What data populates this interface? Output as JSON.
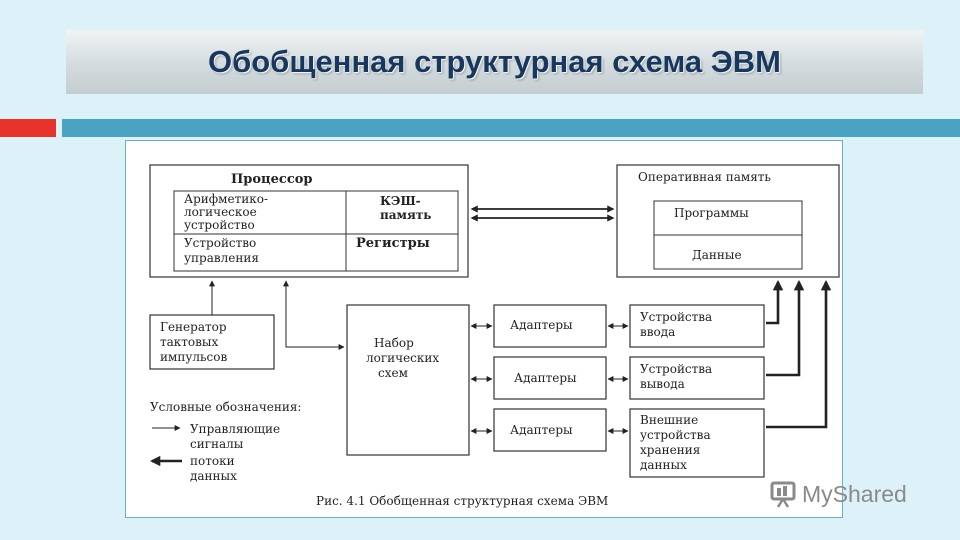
{
  "slide": {
    "title": "Обобщенная структурная схема ЭВМ"
  },
  "diagram": {
    "processor": {
      "title": "Процессор",
      "alu": [
        "Арифметико-",
        "логическое",
        "устройство"
      ],
      "cache": [
        "КЭШ-",
        "память"
      ],
      "control": [
        "Устройство",
        "управления"
      ],
      "registers": "Регистры"
    },
    "memory": {
      "title": "Оперативная память",
      "programs": "Программы",
      "data": "Данные"
    },
    "clock": [
      "Генератор",
      "тактовых",
      "импульсов"
    ],
    "logic": [
      "Набор",
      "логических",
      "схем"
    ],
    "adapters": [
      "Адаптеры",
      "Адаптеры",
      "Адаптеры"
    ],
    "devices": {
      "input": [
        "Устройства",
        "ввода"
      ],
      "output": [
        "Устройства",
        "вывода"
      ],
      "storage": [
        "Внешние",
        "устройства",
        "хранения",
        "данных"
      ]
    },
    "legend": {
      "title": "Условные обозначения:",
      "control": [
        "Управляющие",
        "сигналы"
      ],
      "data": [
        "потоки",
        "данных"
      ]
    },
    "caption": "Рис. 4.1 Обобщенная структурная схема ЭВМ"
  },
  "watermark": {
    "text": "MyShared",
    "icon": "presentation-board-icon"
  },
  "colors": {
    "background": "#ddf2f8",
    "title_text": "#17375e",
    "accent_red": "#e8322c",
    "accent_teal": "#4ba3c3",
    "frame_border": "#6aaec9"
  }
}
